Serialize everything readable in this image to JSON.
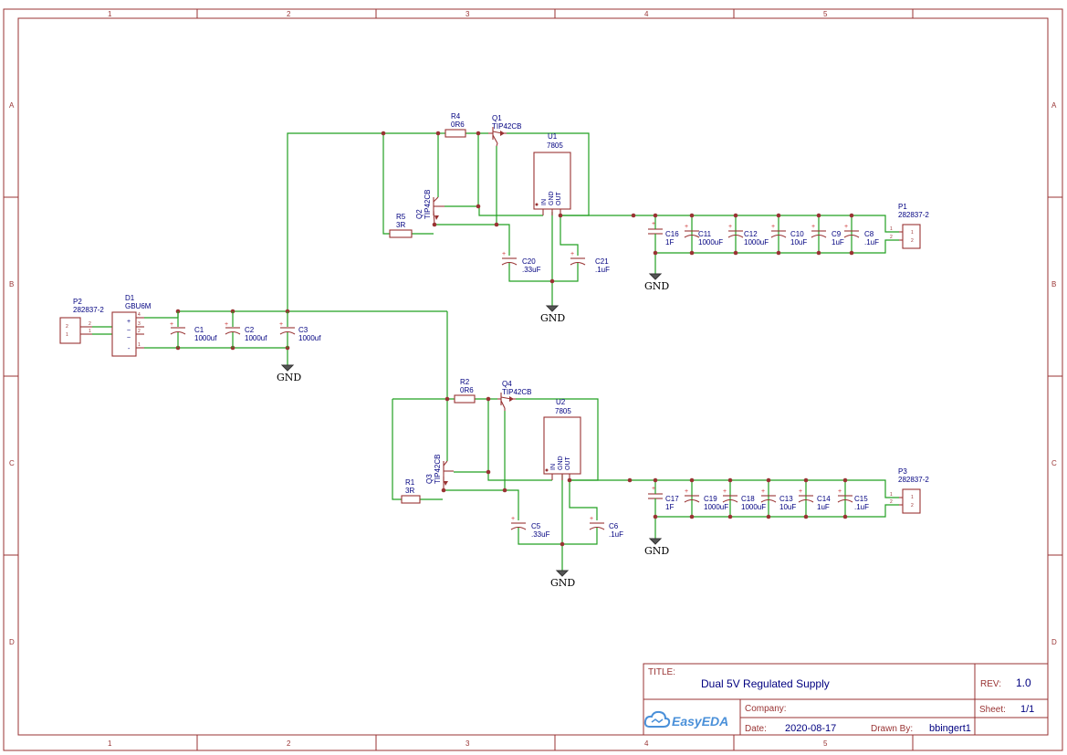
{
  "zones": {
    "columns": [
      "1",
      "2",
      "3",
      "4",
      "5"
    ],
    "rows": [
      "A",
      "B",
      "C",
      "D"
    ]
  },
  "title_block": {
    "title_label": "TITLE:",
    "title": "Dual 5V Regulated Supply",
    "rev_label": "REV:",
    "rev": "1.0",
    "company_label": "Company:",
    "company": "",
    "sheet_label": "Sheet:",
    "sheet": "1/1",
    "date_label": "Date:",
    "date": "2020-08-17",
    "drawn_by_label": "Drawn By:",
    "drawn_by": "bbingert1",
    "logo_text": "EasyEDA"
  },
  "components": {
    "P2": {
      "ref": "P2",
      "value": "282837-2"
    },
    "D1": {
      "ref": "D1",
      "value": "GBU6M"
    },
    "C1": {
      "ref": "C1",
      "value": "1000uf"
    },
    "C2": {
      "ref": "C2",
      "value": "1000uf"
    },
    "C3": {
      "ref": "C3",
      "value": "1000uf"
    },
    "R4": {
      "ref": "R4",
      "value": "0R6"
    },
    "Q1": {
      "ref": "Q1",
      "value": "TIP42CB"
    },
    "U1": {
      "ref": "U1",
      "value": "7805"
    },
    "Q2": {
      "ref": "Q2",
      "value": "TIP42CB"
    },
    "R5": {
      "ref": "R5",
      "value": "3R"
    },
    "C20": {
      "ref": "C20",
      "value": ".33uF"
    },
    "C21": {
      "ref": "C21",
      "value": ".1uF"
    },
    "C16": {
      "ref": "C16",
      "value": "1F"
    },
    "C11": {
      "ref": "C11",
      "value": "1000uF"
    },
    "C12": {
      "ref": "C12",
      "value": "1000uF"
    },
    "C10": {
      "ref": "C10",
      "value": "10uF"
    },
    "C9": {
      "ref": "C9",
      "value": "1uF"
    },
    "C8": {
      "ref": "C8",
      "value": ".1uF"
    },
    "P1": {
      "ref": "P1",
      "value": "282837-2"
    },
    "R2": {
      "ref": "R2",
      "value": "0R6"
    },
    "Q4": {
      "ref": "Q4",
      "value": "TIP42CB"
    },
    "U2": {
      "ref": "U2",
      "value": "7805"
    },
    "Q3": {
      "ref": "Q3",
      "value": "TIP42CB"
    },
    "R1": {
      "ref": "R1",
      "value": "3R"
    },
    "C5": {
      "ref": "C5",
      "value": ".33uF"
    },
    "C6": {
      "ref": "C6",
      "value": ".1uF"
    },
    "C17": {
      "ref": "C17",
      "value": "1F"
    },
    "C19": {
      "ref": "C19",
      "value": "1000uF"
    },
    "C18": {
      "ref": "C18",
      "value": "1000uF"
    },
    "C13": {
      "ref": "C13",
      "value": "10uF"
    },
    "C14": {
      "ref": "C14",
      "value": "1uF"
    },
    "C15": {
      "ref": "C15",
      "value": ".1uF"
    },
    "P3": {
      "ref": "P3",
      "value": "282837-2"
    }
  },
  "net_labels": {
    "gnd": "GND"
  },
  "regulator_pins": {
    "in": "IN",
    "gnd": "GND",
    "out": "OUT"
  },
  "bridge_pins": {
    "plus": "+",
    "ac1": "~",
    "ac2": "~",
    "minus": "-",
    "n1": "1",
    "n2": "2",
    "n3": "3",
    "n4": "4"
  },
  "connector_pins": {
    "p1": "1",
    "p2": "2"
  },
  "colors": {
    "border": "#993333",
    "wire": "#22a022",
    "text": "#000080"
  }
}
